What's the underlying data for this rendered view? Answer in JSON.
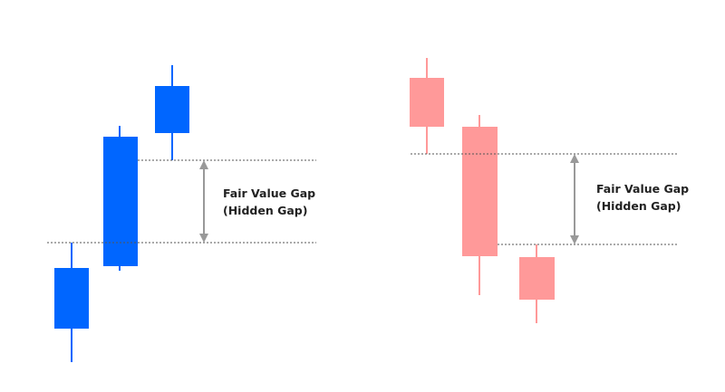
{
  "colors": {
    "bullish": "#0066ff",
    "bearish": "#ff9999",
    "arrow": "#999999",
    "guide_line": "#555555",
    "text": "#222222"
  },
  "bullish_example": {
    "label_line1": "Fair Value Gap",
    "label_line2": "(Hidden Gap)"
  },
  "bearish_example": {
    "label_line1": "Fair Value Gap",
    "label_line2": "(Hidden Gap)"
  }
}
